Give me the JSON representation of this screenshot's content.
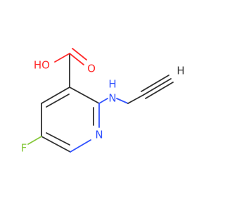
{
  "structure": {
    "atoms": {
      "hydroxyl_oxygen": "HO",
      "carbonyl_oxygen": "O",
      "amine_nitrogen": "N",
      "amine_hydrogen": "H",
      "pyridine_nitrogen": "N",
      "fluorine": "F",
      "terminal_alkyne_hydrogen": "H"
    },
    "colors": {
      "carbon_bonds": "#303030",
      "oxygen": "#ff2b2b",
      "nitrogen": "#3253ff",
      "fluorine": "#86c83b",
      "background": "#ffffff"
    }
  }
}
